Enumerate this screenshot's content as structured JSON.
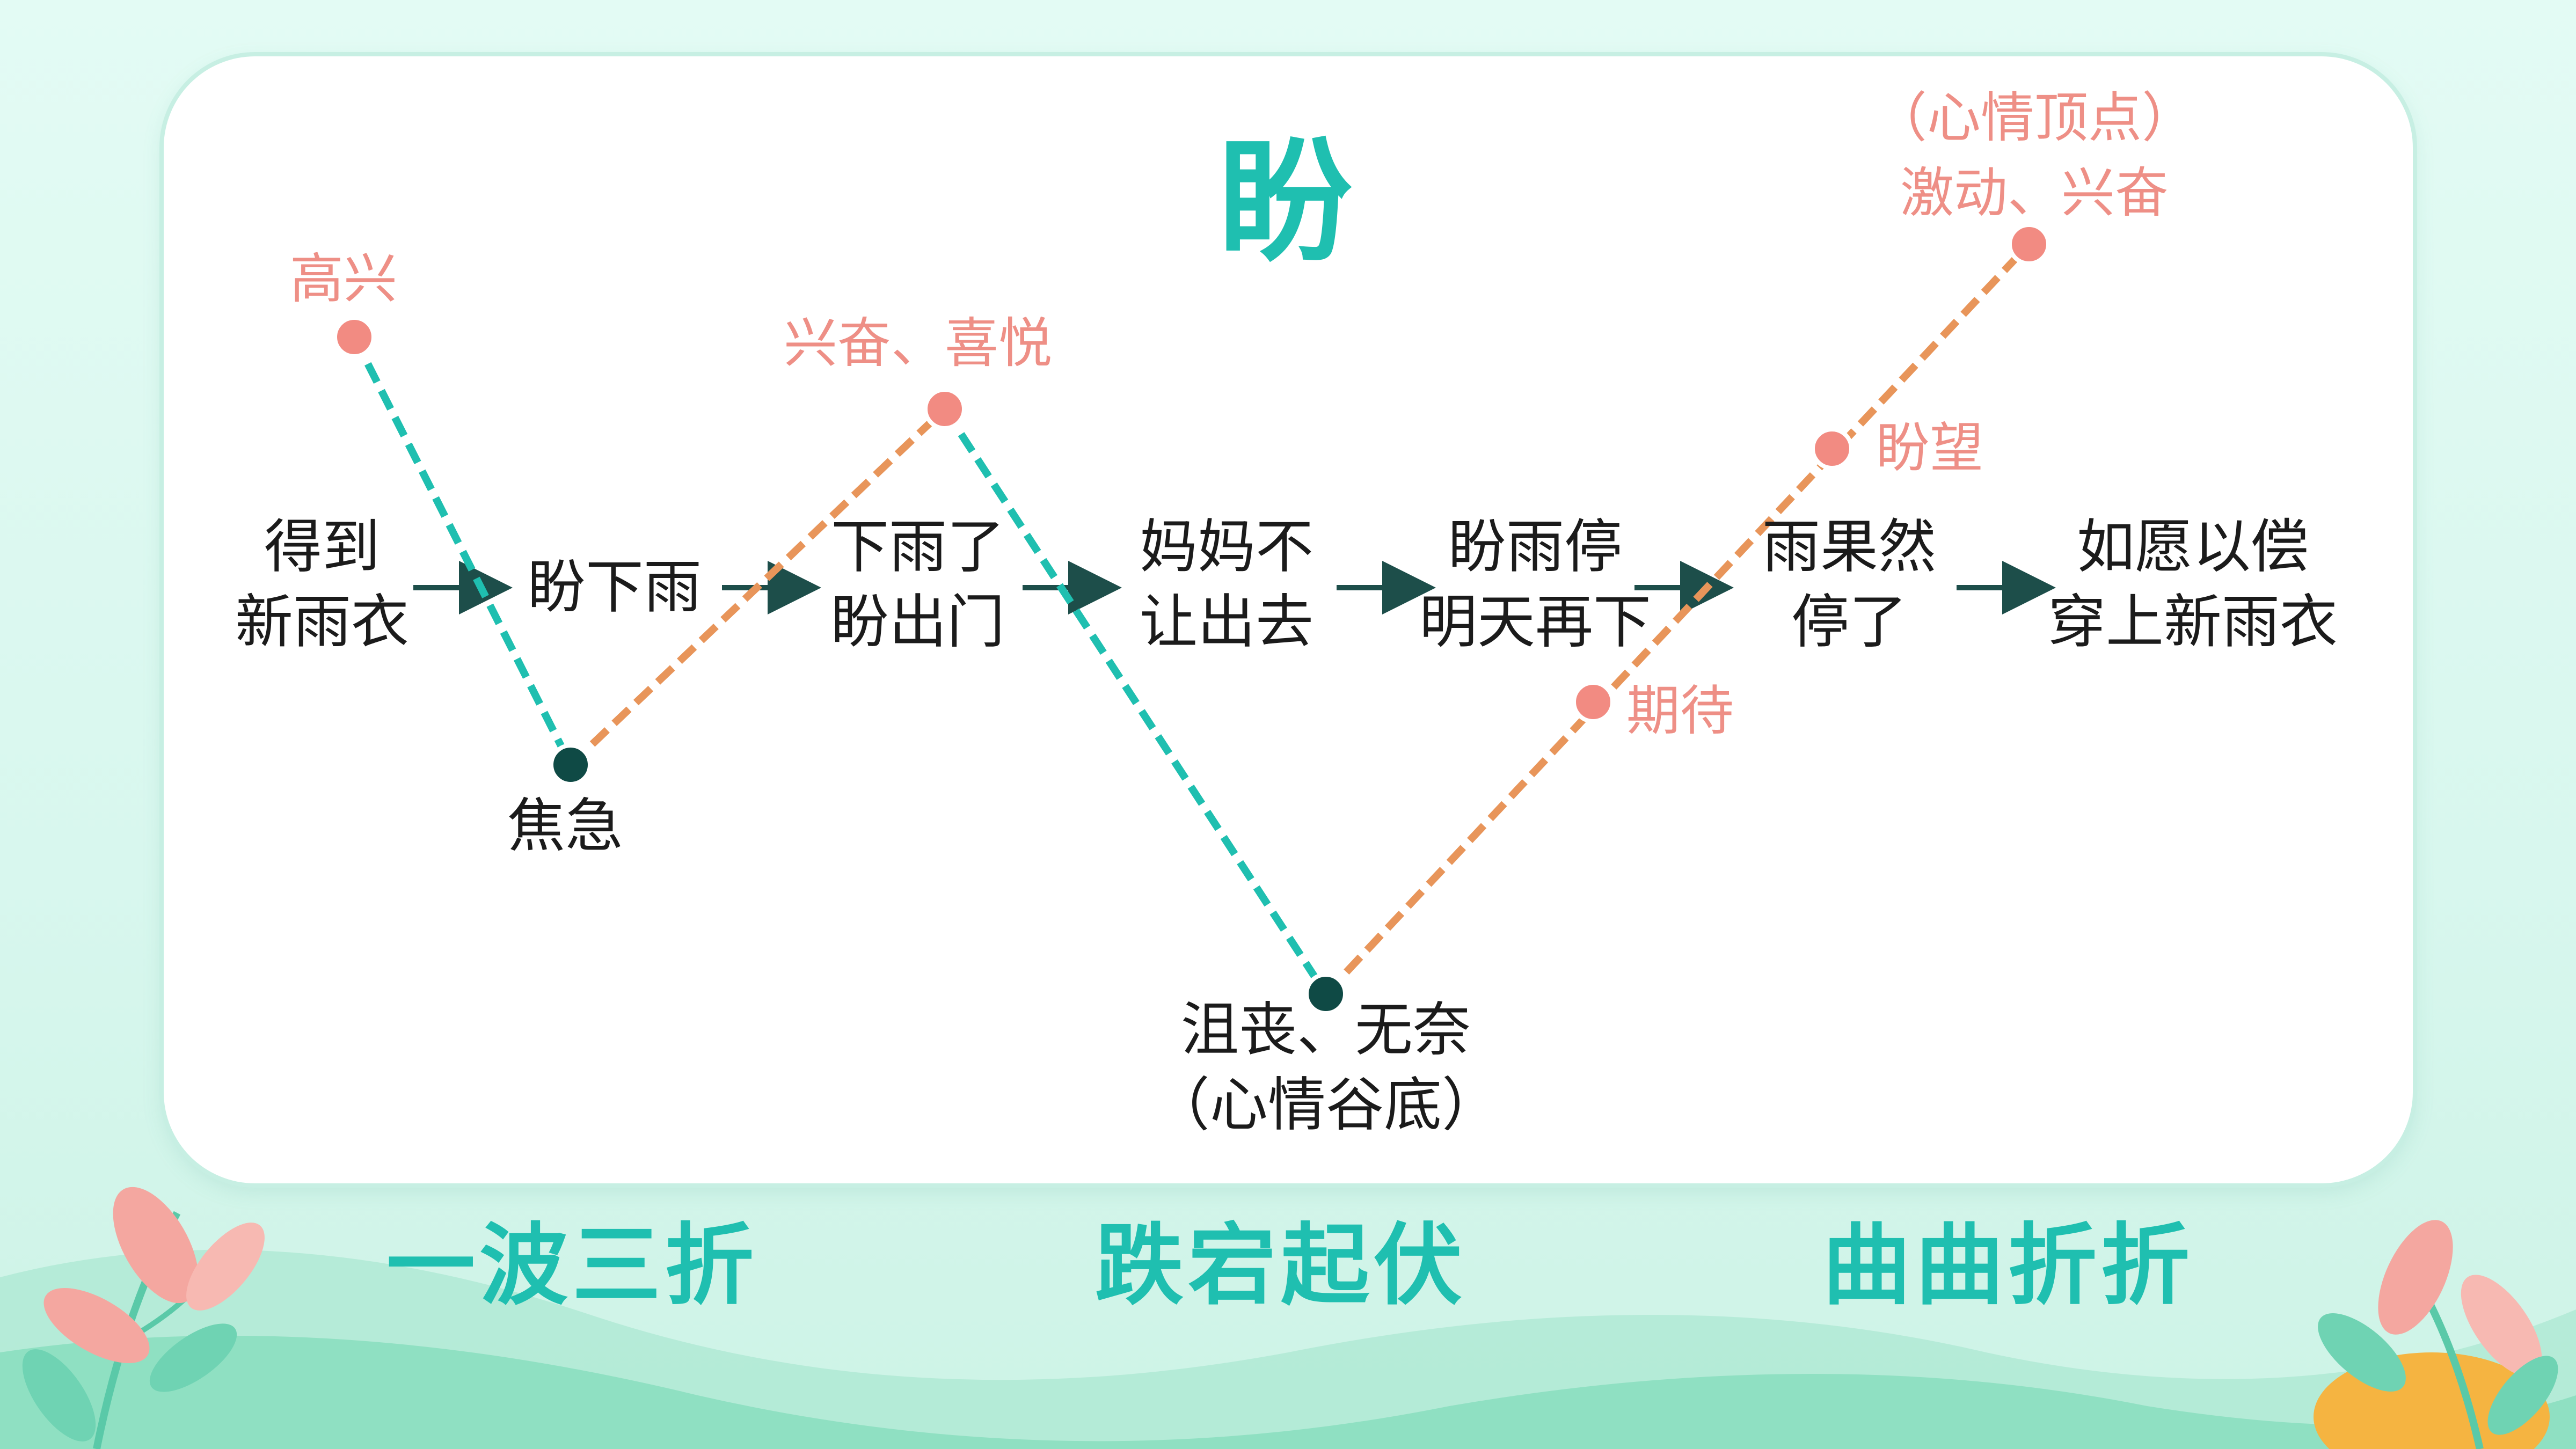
{
  "title": "盼",
  "stages": [
    {
      "line1": "得到",
      "line2": "新雨衣"
    },
    {
      "line1": "盼下雨",
      "line2": ""
    },
    {
      "line1": "下雨了",
      "line2": "盼出门"
    },
    {
      "line1": "妈妈不",
      "line2": "让出去"
    },
    {
      "line1": "盼雨停",
      "line2": "明天再下"
    },
    {
      "line1": "雨果然",
      "line2": "停了"
    },
    {
      "line1": "如愿以偿",
      "line2": "穿上新雨衣"
    }
  ],
  "emotions": {
    "gaoxing": "高兴",
    "jiaoji": "焦急",
    "xingfen_xiyue": "兴奋、喜悦",
    "jusang_line1": "沮丧、无奈",
    "jusang_line2": "（心情谷底）",
    "qidai": "期待",
    "panwang": "盼望",
    "peak_line1": "（心情顶点）",
    "peak_line2": "激动、兴奋"
  },
  "summary": [
    "一波三折",
    "跌宕起伏",
    "曲曲折折"
  ],
  "colors": {
    "teal": "#1fbfb0",
    "orange": "#e8955a",
    "pink_dot": "#f28b82",
    "dark_dot": "#0f4a45",
    "arrow": "#1d4e4a",
    "text": "#1b1b1b"
  }
}
